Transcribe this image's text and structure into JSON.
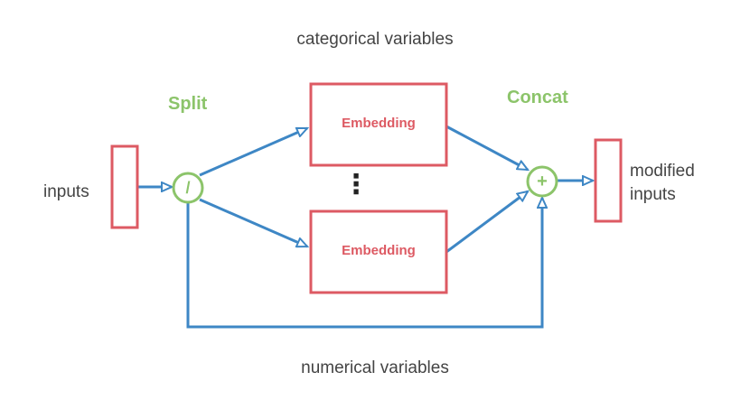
{
  "diagram": {
    "top_label": "categorical variables",
    "bottom_label": "numerical variables",
    "split_label": "Split",
    "concat_label": "Concat",
    "input_label": "inputs",
    "output_label_line1": "modified",
    "output_label_line2": "inputs",
    "embedding_labels": [
      "Embedding",
      "Embedding"
    ],
    "split_symbol": "/",
    "concat_symbol": "+",
    "ellipsis": "⋮"
  },
  "colors": {
    "arrow": "#3e87c5",
    "box": "#dd5a63",
    "node": "#8cc46a",
    "text": "#444444"
  }
}
